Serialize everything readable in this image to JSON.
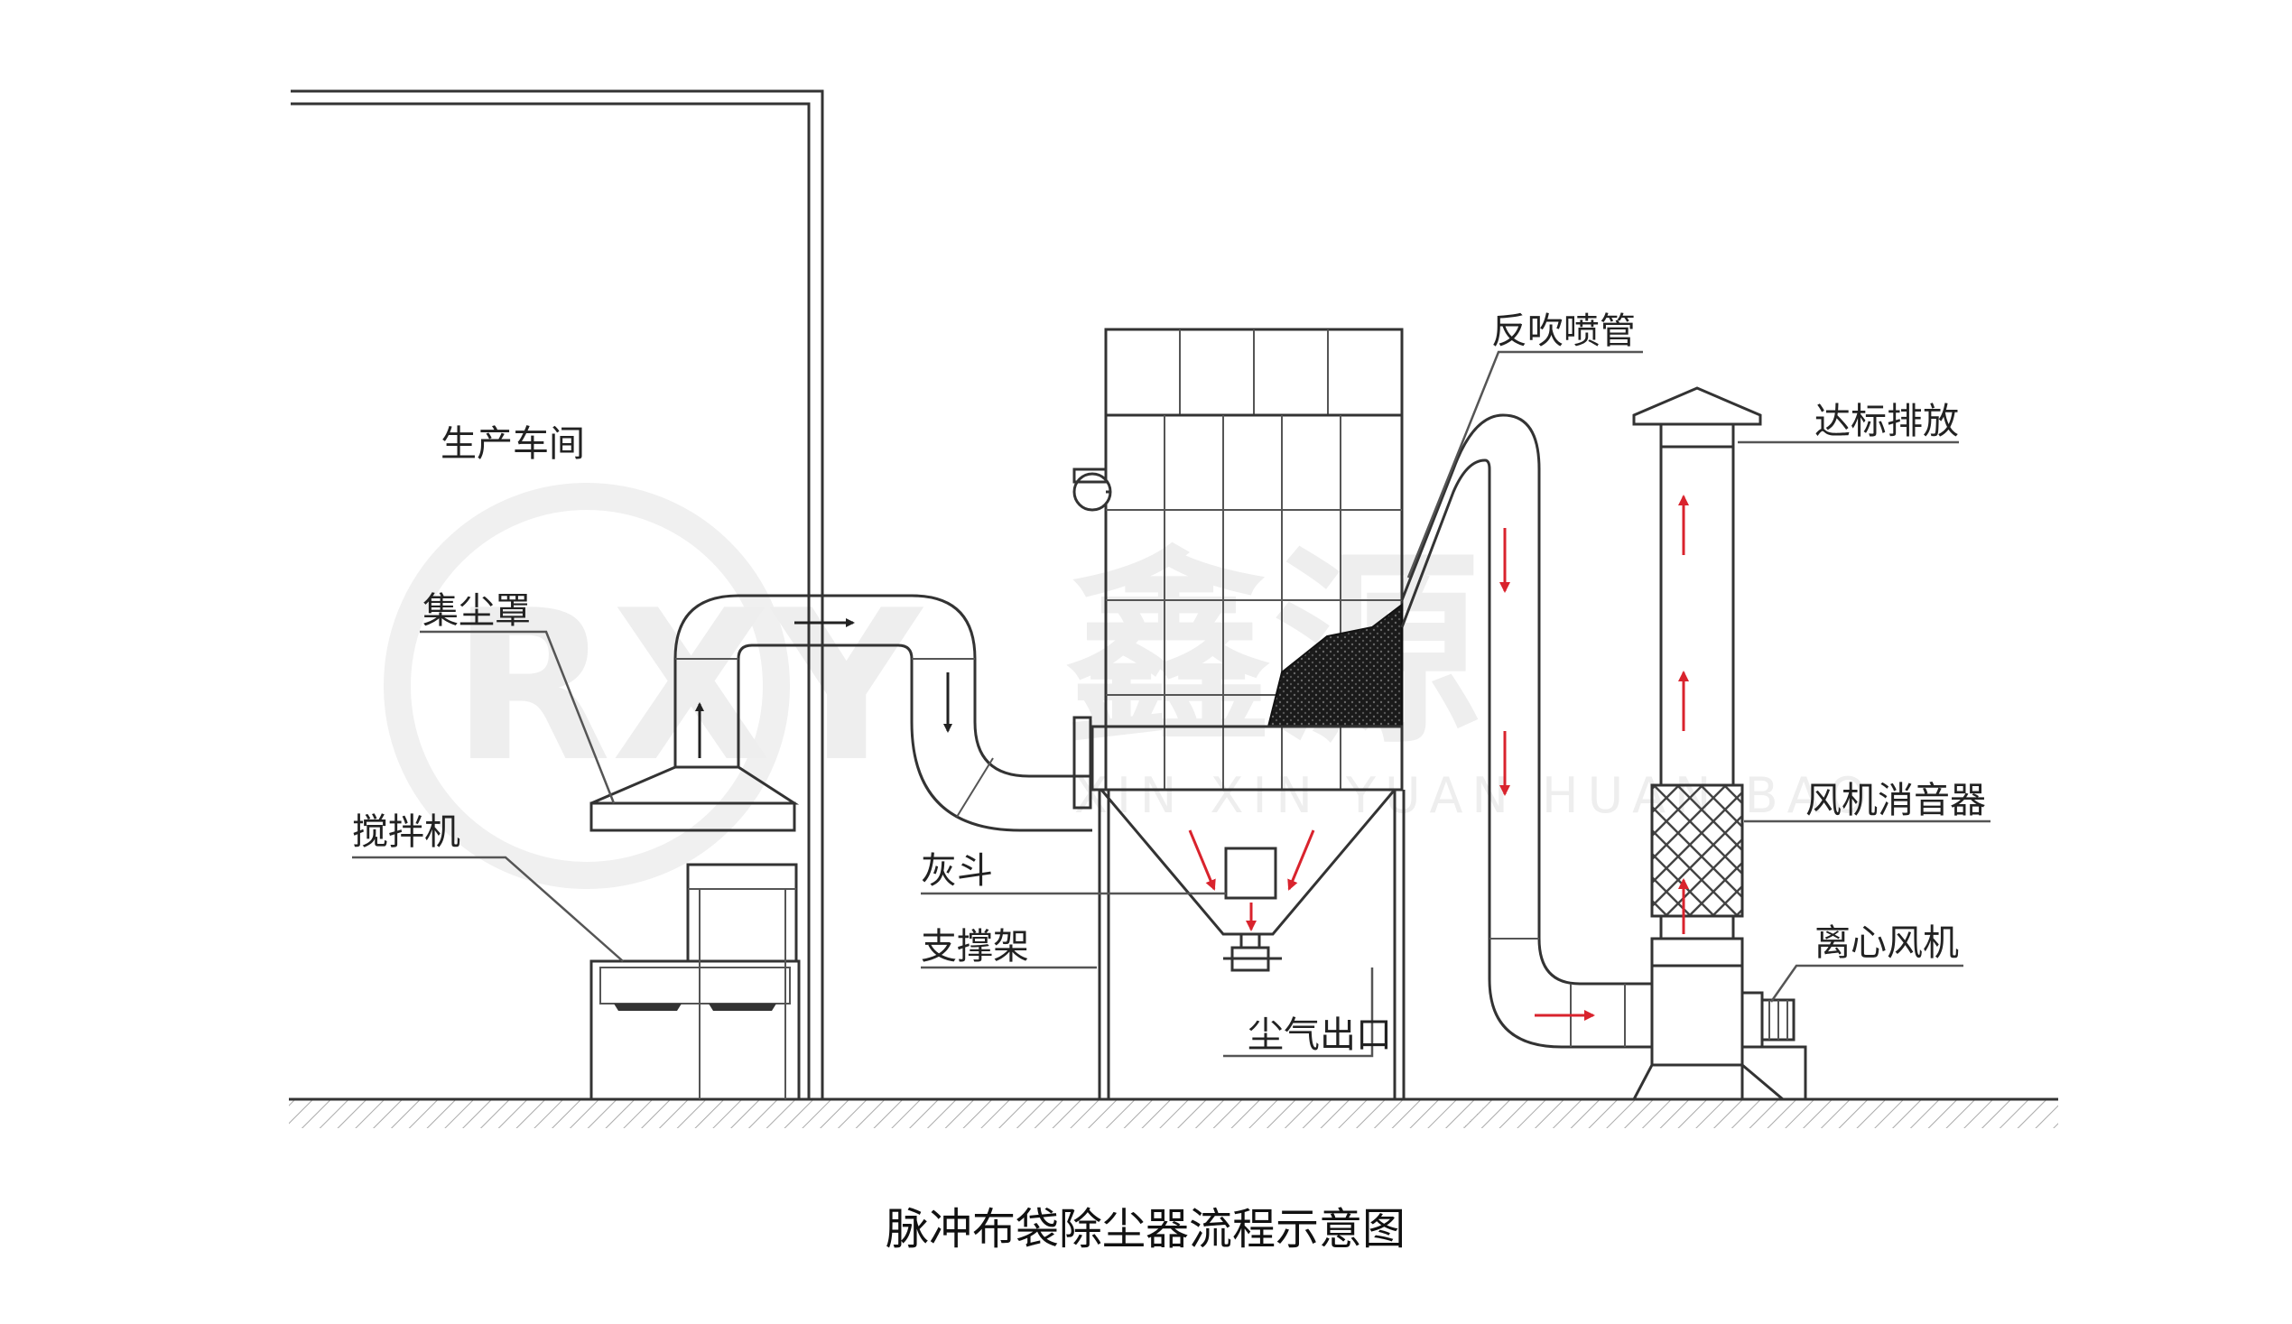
{
  "labels": {
    "workshop": "生产车间",
    "hood": "集尘罩",
    "mixer": "搅拌机",
    "hopper": "灰斗",
    "support": "支撑架",
    "outlet": "尘气出口",
    "blowpipe": "反吹喷管",
    "discharge": "达标排放",
    "silencer": "风机消音器",
    "fan": "离心风机"
  },
  "caption": "脉冲布袋除尘器流程示意图",
  "watermark": {
    "logo": "RXY",
    "brand": "鑫源",
    "pinyin": "XIN XIN YUAN HUAN BAO"
  },
  "colors": {
    "line": "#333333",
    "arrow_dark": "#222222",
    "arrow_red": "#d9232d",
    "bags": "#1e1e1e",
    "watermark": "#eeeeee"
  }
}
